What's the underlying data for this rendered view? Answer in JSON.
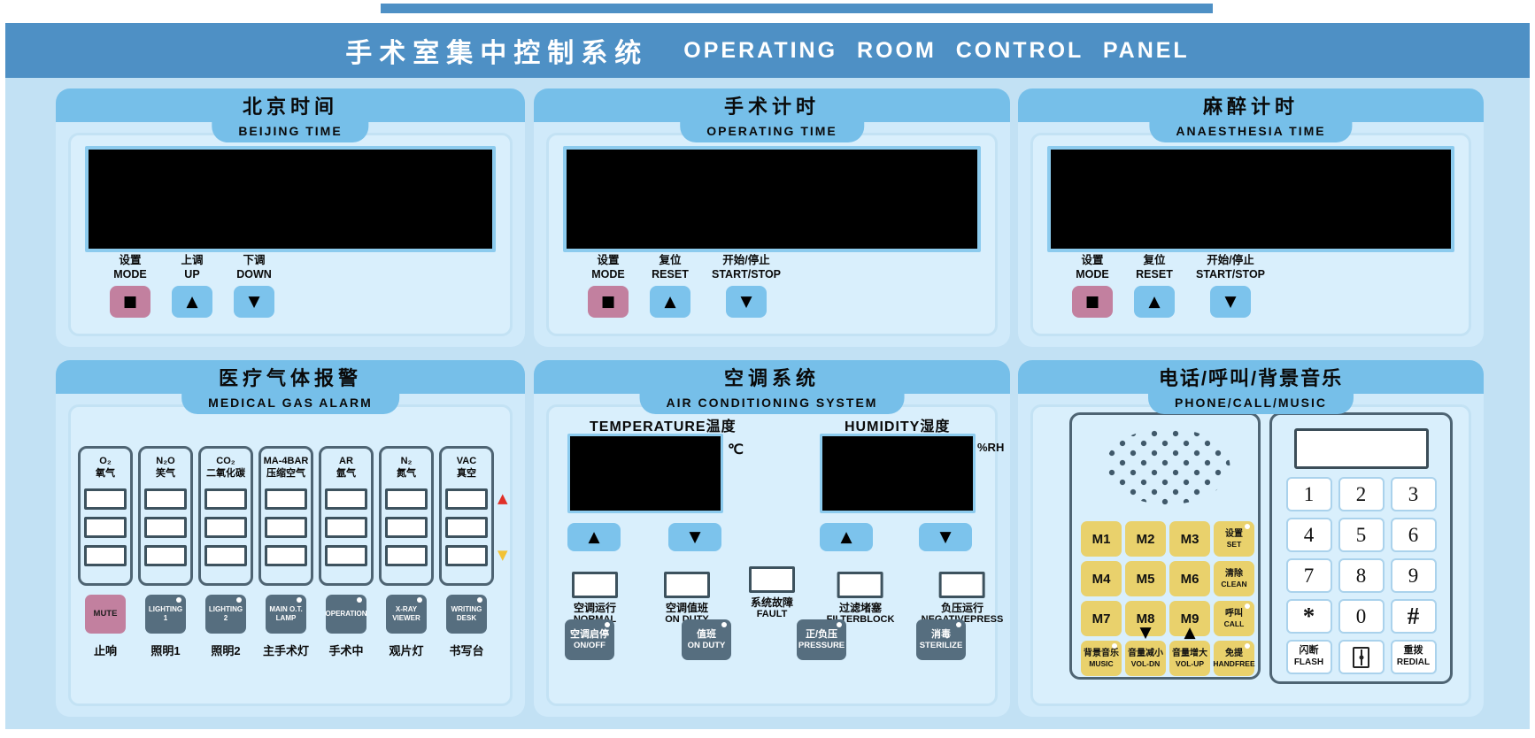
{
  "header": {
    "title_zh": "手术室集中控制系统",
    "title_en": "OPERATING ROOM CONTROL PANEL"
  },
  "icons": {
    "mode": "■",
    "up": "▲",
    "down": "▼"
  },
  "time_panels": [
    {
      "title_zh": "北京时间",
      "title_en": "BEIJING TIME",
      "buttons": [
        {
          "zh": "设置",
          "en": "MODE",
          "glyph": "■"
        },
        {
          "zh": "上调",
          "en": "UP",
          "glyph": "▲"
        },
        {
          "zh": "下调",
          "en": "DOWN",
          "glyph": "▼"
        }
      ]
    },
    {
      "title_zh": "手术计时",
      "title_en": "OPERATING TIME",
      "buttons": [
        {
          "zh": "设置",
          "en": "MODE",
          "glyph": "■"
        },
        {
          "zh": "复位",
          "en": "RESET",
          "glyph": "▲"
        },
        {
          "zh": "开始/停止",
          "en": "START/STOP",
          "glyph": "▼"
        }
      ]
    },
    {
      "title_zh": "麻醉计时",
      "title_en": "ANAESTHESIA TIME",
      "buttons": [
        {
          "zh": "设置",
          "en": "MODE",
          "glyph": "■"
        },
        {
          "zh": "复位",
          "en": "RESET",
          "glyph": "▲"
        },
        {
          "zh": "开始/停止",
          "en": "START/STOP",
          "glyph": "▼"
        }
      ]
    }
  ],
  "gas_alarm": {
    "title_zh": "医疗气体报警",
    "title_en": "MEDICAL GAS ALARM",
    "gases": [
      {
        "formula": "O₂",
        "zh": "氧气"
      },
      {
        "formula": "N₂O",
        "zh": "笑气"
      },
      {
        "formula": "CO₂",
        "zh": "二氧化碳"
      },
      {
        "formula": "MA-4BAR",
        "zh": "压缩空气"
      },
      {
        "formula": "AR",
        "zh": "氩气"
      },
      {
        "formula": "N₂",
        "zh": "氮气"
      },
      {
        "formula": "VAC",
        "zh": "真空"
      }
    ],
    "high_alarm_color": "#e03028",
    "low_alarm_color": "#f2c235",
    "buttons": [
      {
        "en": "MUTE",
        "zh": "止响"
      },
      {
        "en": "LIGHTING 1",
        "zh": "照明1"
      },
      {
        "en": "LIGHTING 2",
        "zh": "照明2"
      },
      {
        "en": "MAIN O.T. LAMP",
        "zh": "主手术灯"
      },
      {
        "en": "OPERATION",
        "zh": "手术中"
      },
      {
        "en": "X-RAY VIEWER",
        "zh": "观片灯"
      },
      {
        "en": "WRITING DESK",
        "zh": "书写台"
      }
    ]
  },
  "air_conditioning": {
    "title_zh": "空调系统",
    "title_en": "AIR CONDITIONING SYSTEM",
    "temperature": {
      "label": "TEMPERATURE温度",
      "unit": "℃"
    },
    "humidity": {
      "label": "HUMIDITY湿度",
      "unit": "%RH"
    },
    "indicators": [
      {
        "zh": "空调运行",
        "en": "NORMAL"
      },
      {
        "zh": "空调值班",
        "en": "ON DUTY"
      },
      {
        "zh": "系统故障",
        "en": "FAULT"
      },
      {
        "zh": "过滤堵塞",
        "en": "FILTERBLOCK"
      },
      {
        "zh": "负压运行",
        "en": "NEGATIVEPRESS"
      }
    ],
    "buttons": [
      {
        "zh": "空调启停",
        "en": "ON/OFF"
      },
      {
        "zh": "值班",
        "en": "ON DUTY"
      },
      {
        "zh": "正/负压",
        "en": "PRESSURE"
      },
      {
        "zh": "消毒",
        "en": "STERILIZE"
      }
    ]
  },
  "phone": {
    "title_zh": "电话/呼叫/背景音乐",
    "title_en": "PHONE/CALL/MUSIC",
    "memory_keys": [
      "M1",
      "M2",
      "M3",
      "M4",
      "M5",
      "M6",
      "M7",
      "M8",
      "M9"
    ],
    "function_keys": {
      "set": {
        "zh": "设置",
        "en": "SET"
      },
      "clean": {
        "zh": "清除",
        "en": "CLEAN"
      },
      "call": {
        "zh": "呼叫",
        "en": "CALL"
      },
      "music": {
        "zh": "背景音乐",
        "en": "MUSIC"
      },
      "vol_dn": {
        "zh": "音量减小",
        "en": "VOL-DN"
      },
      "vol_up": {
        "zh": "音量增大",
        "en": "VOL-UP"
      },
      "handfree": {
        "zh": "免提",
        "en": "HANDFREE"
      }
    },
    "keypad": [
      "1",
      "2",
      "3",
      "4",
      "5",
      "6",
      "7",
      "8",
      "9",
      "*",
      "0",
      "#"
    ],
    "bottom_keys": {
      "flash": {
        "zh": "闪断",
        "en": "FLASH"
      },
      "redial": {
        "zh": "重拨",
        "en": "REDIAL"
      }
    }
  },
  "colors": {
    "header_blue": "#4e90c5",
    "panel_band_blue": "#76bfe9",
    "page_blue": "#c2e1f4",
    "button_pink": "#c2809f",
    "button_blue": "#7cc3ec",
    "button_slate": "#566e7f",
    "button_yellow": "#e9d16c",
    "lcd_black": "#000000"
  }
}
